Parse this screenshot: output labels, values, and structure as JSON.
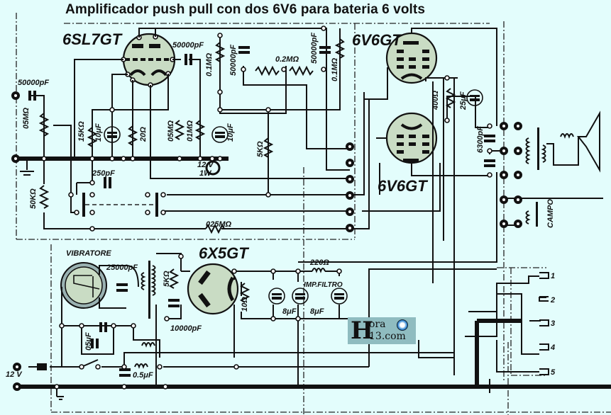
{
  "title": "Amplificador push pull  con dos 6V6 para bateria 6 volts",
  "tubes": {
    "preamp": "6SL7GT",
    "output_upper": "6V6GT",
    "output_lower": "6V6GT",
    "rectifier": "6X5GT"
  },
  "components": {
    "input_cap": "50000pF",
    "volume_pot": "05MΩ",
    "bias_res_50k": "50KΩ",
    "coupling_cap_top": "50000pF",
    "res_15k": "15KΩ",
    "cap_10uf_a": "10μF",
    "res_20": "20Ω",
    "res_05m": "05MΩ",
    "res_01m_a": "01MΩ",
    "cap_10uf_b": "10μF",
    "res_01m_b": "0.1MΩ",
    "cap_50000_mid": "50000pF",
    "tone_pot": "0.2MΩ",
    "cap_50000_right": "50000pF",
    "res_01m_right": "0.1MΩ",
    "res_5k": "5KΩ",
    "pilot_lamp": "12 V",
    "pilot_lamp_power": "1W",
    "cap_250pf": "250pF",
    "res_025m": "025MΩ",
    "res_400": "400Ω",
    "cap_25uf": "25μF",
    "cap_6300": "6300pF",
    "vibrator": "VIBRATORE",
    "cap_25000": "25000pF",
    "res_5k_trafo": "5KΩ",
    "cap_10000": "10000pF",
    "res_10": "10Ω",
    "choke": "220Ω",
    "choke_label": "IMP.FILTRO",
    "cap_8uf_a": "8μF",
    "cap_8uf_b": "8μF",
    "cap_05uf_a": "05μF",
    "cap_05uf_b": "0.5μF",
    "field_coil": "CAMPO",
    "supply": "12 V"
  },
  "connector_pins": [
    "1",
    "2",
    "3",
    "4",
    "5"
  ],
  "watermark": {
    "line1": "ora",
    "line2": "13.com",
    "initial": "H"
  }
}
